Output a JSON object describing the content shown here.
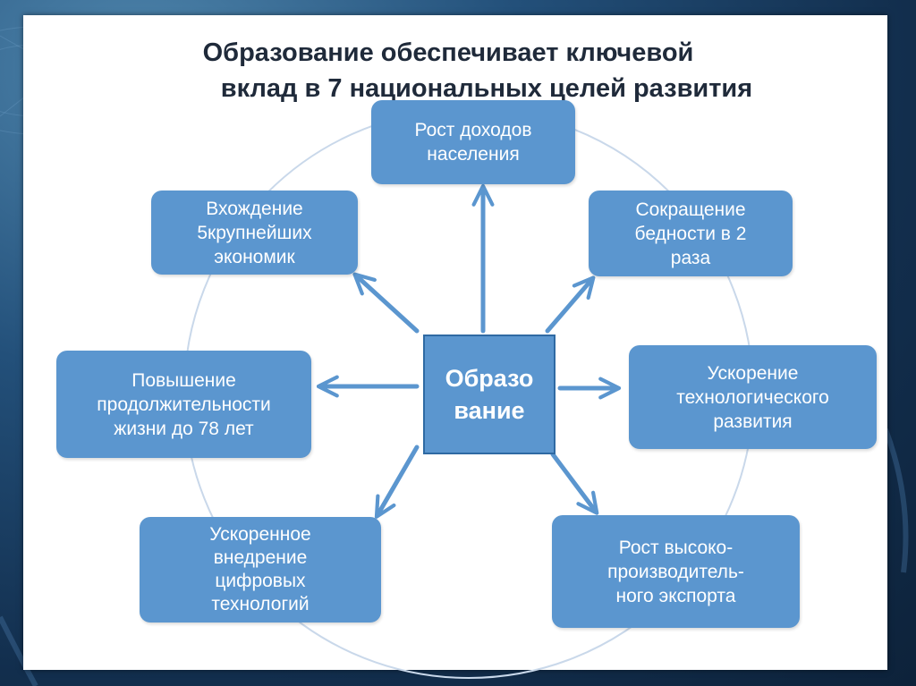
{
  "title": {
    "line1": "Образование обеспечивает ключевой",
    "line2": "вклад  в 7 национальных целей развития"
  },
  "center": {
    "label": "Образо\nвание"
  },
  "goals": [
    {
      "id": "income",
      "label": "Рост доходов\nнаселения"
    },
    {
      "id": "poverty",
      "label": "Сокращение\nбедности в 2\nраза"
    },
    {
      "id": "tech",
      "label": "Ускорение\nтехнологического\nразвития"
    },
    {
      "id": "export",
      "label": "Рост высоко-\nпроизводитель-\nного экспорта"
    },
    {
      "id": "digital",
      "label": "Ускоренное\nвнедрение\nцифровых\nтехнологий"
    },
    {
      "id": "life",
      "label": "Повышение\nпродолжительности\nжизни до 78 лет"
    },
    {
      "id": "economies",
      "label": "Вхождение\n5крупнейших\nэкономик"
    }
  ],
  "colors": {
    "node_fill": "#5b96cf",
    "center_border": "#2f6aa3",
    "arrow": "#5b96cf",
    "ring": "#c9d8ea",
    "title": "#1f2a3a"
  }
}
